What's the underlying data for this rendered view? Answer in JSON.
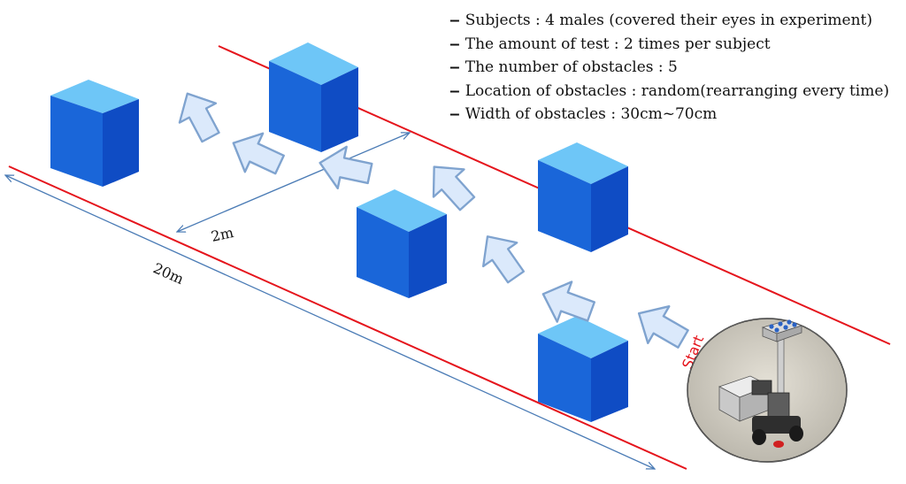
{
  "notes": [
    "Subjects : 4 males (covered their eyes in experiment)",
    "The amount of test : 2 times per subject",
    "The number of obstacles : 5",
    "Location of obstacles : random(rearranging every time)",
    "Width of obstacles : 30cm~70cm"
  ],
  "labels": {
    "width": "2m",
    "length": "20m",
    "start": "Start"
  },
  "colors": {
    "boundary": "#e5141c",
    "cube_top": "#6ec6f7",
    "cube_front": "#1a66d9",
    "cube_side": "#0f4cc4",
    "arrow_fill": "#dbe9fb",
    "arrow_stroke": "#7fa3cf",
    "dimension": "#4a7bb5"
  },
  "obstacle_count": 5,
  "icons": {
    "robot": "robot-photo"
  }
}
